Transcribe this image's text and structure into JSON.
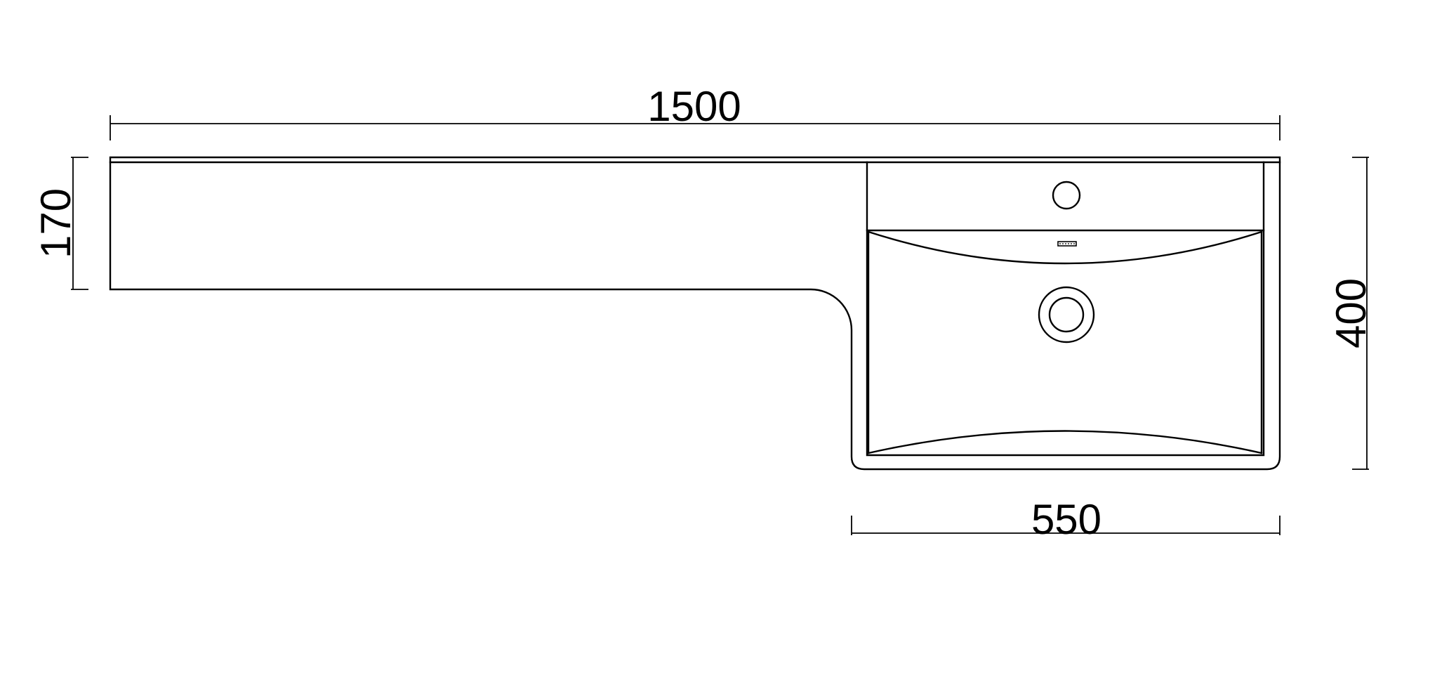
{
  "drawing": {
    "line_color": "#000000",
    "background": "#ffffff"
  },
  "dimensions": {
    "overall_width": "1500",
    "shelf_depth": "170",
    "basin_depth": "400",
    "basin_width": "550"
  }
}
